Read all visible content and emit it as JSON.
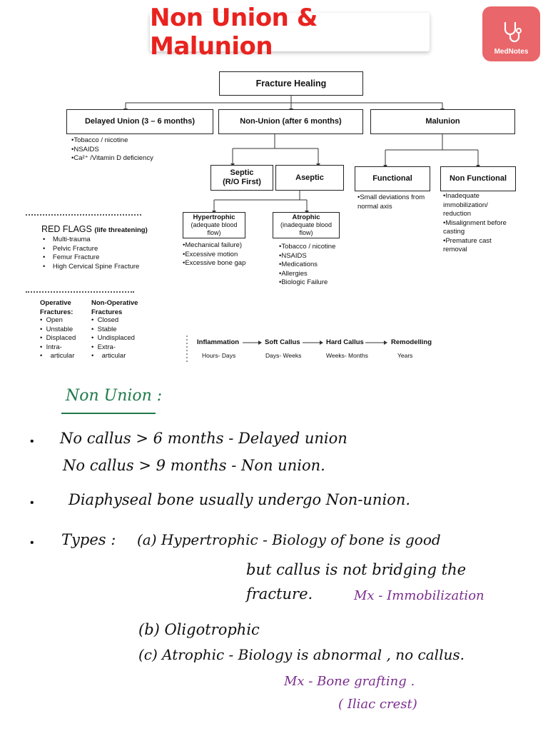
{
  "title": "Non Union & Malunion",
  "logo": {
    "text": "MedNotes",
    "icon": "stethoscope-icon"
  },
  "flowchart": {
    "root": "Fracture Healing",
    "delayed": "Delayed Union (3 – 6 months)",
    "nonunion": "Non-Union (after 6 months)",
    "malunion": "Malunion",
    "delayed_items": [
      "Tobacco / nicotine",
      "NSAIDS",
      "Ca²⁺ /Vitamin D deficiency"
    ],
    "septic_1": "Septic",
    "septic_2": "(R/O First)",
    "aseptic": "Aseptic",
    "functional": "Functional",
    "nonfunctional": "Non Functional",
    "functional_items": [
      "Small deviations from normal axis"
    ],
    "nonfunctional_items": [
      "Inadequate immobilization/ reduction",
      "Misalignment before casting",
      "Premature cast removal"
    ],
    "hypertrophic_title": "Hypertrophic",
    "hypertrophic_sub": "(adequate blood flow)",
    "atrophic_title": "Atrophic",
    "atrophic_sub": "(inadequate blood flow)",
    "hypertrophic_items": [
      "Mechanical failure)",
      "Excessive motion",
      "Excessive bone gap"
    ],
    "atrophic_items": [
      "Tobacco / nicotine",
      "NSAIDS",
      "Medications",
      "Allergies",
      "Biologic Failure"
    ]
  },
  "red_flags": {
    "heading": "RED FLAGS",
    "heading_note": "(life threatening)",
    "items": [
      "Multi-trauma",
      "Pelvic Fracture",
      "Femur Fracture",
      "High Cervical Spine Fracture"
    ]
  },
  "operative": {
    "heading_1": "Operative",
    "heading_2": "Fractures:",
    "items": [
      "Open",
      "Unstable",
      "Displaced",
      "Intra-",
      "articular"
    ]
  },
  "nonoperative": {
    "heading_1": "Non-Operative",
    "heading_2": "Fractures",
    "items": [
      "Closed",
      "Stable",
      "Undisplaced",
      "Extra-",
      "articular"
    ]
  },
  "healing_stages": [
    {
      "stage": "Inflammation",
      "time": "Hours- Days"
    },
    {
      "stage": "Soft Callus",
      "time": "Days- Weeks"
    },
    {
      "stage": "Hard Callus",
      "time": "Weeks- Months"
    },
    {
      "stage": "Remodelling",
      "time": "Years"
    }
  ],
  "notes": {
    "heading": "Non Union :",
    "line1": "No callus > 6 months  -  Delayed union",
    "line2": "No callus > 9 months  -  Non union.",
    "line3": "Diaphyseal bone  usually undergo  Non-union.",
    "types_label": "Types :",
    "type_a": "(a)  Hypertrophic  -  Biology of bone is good",
    "type_a_cont1": "but callus is not bridging the",
    "type_a_cont2": "fracture.",
    "type_a_mx": "Mx -  Immobilization",
    "type_b": "(b)   Oligotrophic",
    "type_c": "(c)   Atrophic -  Biology is abnormal , no callus.",
    "type_c_mx": "Mx -  Bone grafting .",
    "type_c_mx2": "( Iliac crest)"
  }
}
